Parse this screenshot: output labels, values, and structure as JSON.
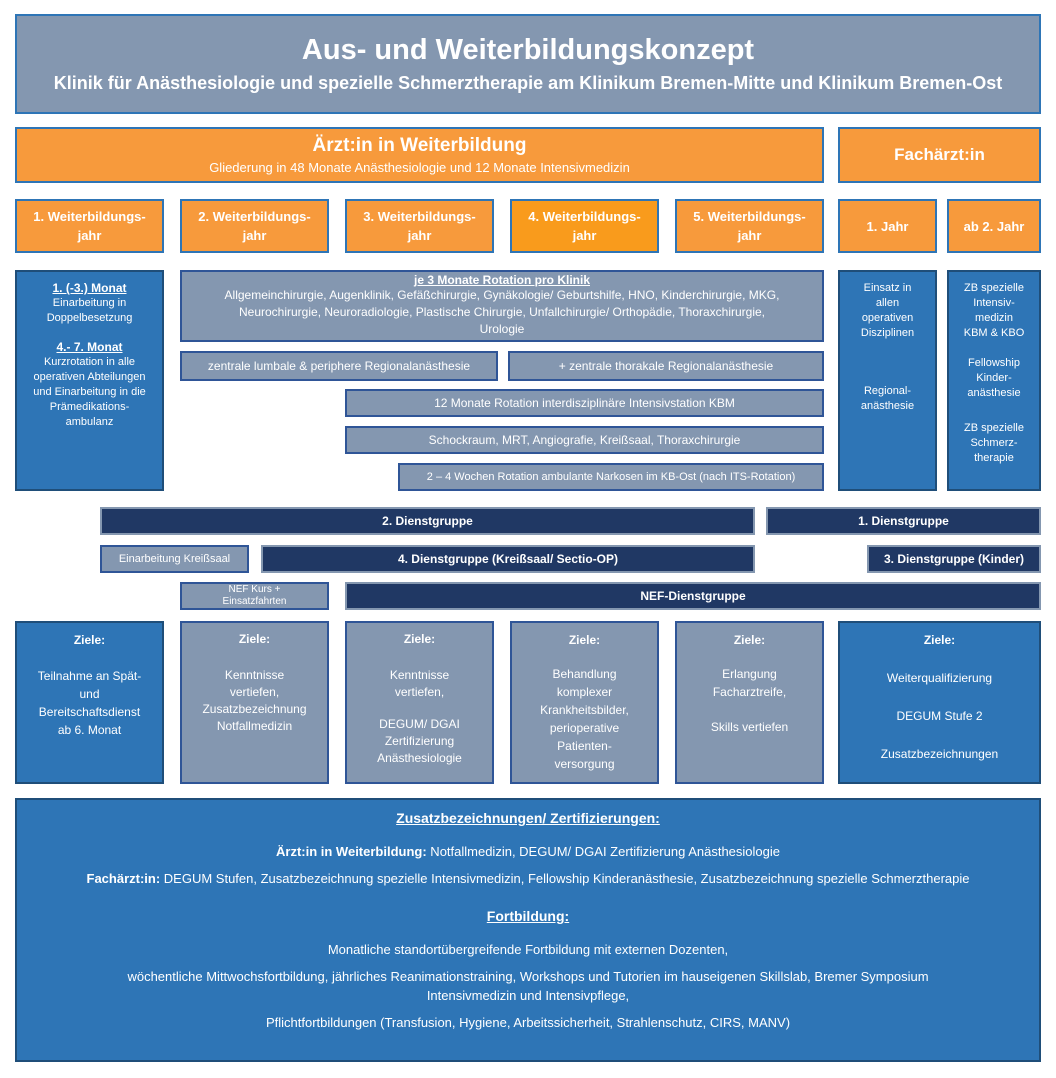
{
  "header": {
    "title": "Aus- und Weiterbildungskonzept",
    "subtitle": "Klinik für Anästhesiologie und spezielle Schmerztherapie am Klinikum Bremen-Mitte und Klinikum Bremen-Ost"
  },
  "colors": {
    "orange": "#f79a3c",
    "blue": "#2e75b6",
    "gray": "#8497b0",
    "navy": "#203864"
  },
  "weiterbildung": {
    "title": "Ärzt:in in Weiterbildung",
    "subtitle": "Gliederung in 48 Monate Anästhesiologie und 12 Monate Intensivmedizin"
  },
  "facharzt": {
    "title": "Fachärzt:in"
  },
  "years": [
    {
      "l1": "1. Weiterbildungs-",
      "l2": "jahr"
    },
    {
      "l1": "2. Weiterbildungs-",
      "l2": "jahr"
    },
    {
      "l1": "3. Weiterbildungs-",
      "l2": "jahr"
    },
    {
      "l1": "4. Weiterbildungs-",
      "l2": "jahr"
    },
    {
      "l1": "5. Weiterbildungs-",
      "l2": "jahr"
    }
  ],
  "fa_years": [
    "1. Jahr",
    "ab 2. Jahr"
  ],
  "first_year": {
    "h1": "1. (-3.) Monat",
    "t1": [
      "Einarbeitung in",
      "Doppelbesetzung"
    ],
    "h2": "4.- 7. Monat",
    "t2": [
      "Kurzrotation in alle",
      "operativen Abteilungen",
      "und Einarbeitung in die",
      "Prämedikations-",
      "ambulanz"
    ]
  },
  "rotation": {
    "heading": "je 3 Monate Rotation pro Klinik",
    "lines": [
      "Allgemeinchirurgie, Augenklinik, Gefäßchirurgie, Gynäkologie/ Geburtshilfe, HNO, Kinderchirurgie, MKG,",
      "Neurochirurgie, Neuroradiologie, Plastische Chirurgie, Unfallchirurgie/ Orthopädie, Thoraxchirurgie,",
      "Urologie"
    ]
  },
  "bars": {
    "regional1": "zentrale lumbale & periphere Regionalanästhesie",
    "regional2": "+ zentrale thorakale Regionalanästhesie",
    "its": "12 Monate Rotation interdisziplinäre Intensivstation KBM",
    "schock": "Schockraum, MRT, Angiografie, Kreißsaal, Thoraxchirurgie",
    "ambulant": "2 – 4 Wochen Rotation ambulante Narkosen im KB-Ost (nach ITS-Rotation)"
  },
  "fa1": {
    "lines": [
      "Einsatz in",
      "allen",
      "operativen",
      "Disziplinen"
    ],
    "lines2": [
      "Regional-",
      "anästhesie"
    ]
  },
  "fa2": {
    "b1": [
      "ZB spezielle",
      "Intensiv-",
      "medizin",
      "KBM & KBO"
    ],
    "b2": [
      "Fellowship",
      "Kinder-",
      "anästhesie"
    ],
    "b3": [
      "ZB spezielle",
      "Schmerz-",
      "therapie"
    ]
  },
  "dienst": {
    "g2": "2. Dienstgruppe",
    "g1": "1. Dienstgruppe",
    "kreiss": "Einarbeitung Kreißsaal",
    "g4": "4. Dienstgruppe (Kreißsaal/ Sectio-OP)",
    "g3": "3. Dienstgruppe (Kinder)",
    "nefkurs": [
      "NEF Kurs +",
      "Einsatzfahrten"
    ],
    "nef": "NEF-Dienstgruppe"
  },
  "ziele": {
    "label": "Ziele:",
    "z1": [
      "Teilnahme an Spät-",
      "und",
      "Bereitschaftsdienst",
      "ab 6. Monat"
    ],
    "z2": [
      "Kenntnisse",
      "vertiefen,",
      "Zusatzbezeichnung",
      "Notfallmedizin"
    ],
    "z3a": [
      "Kenntnisse",
      "vertiefen,"
    ],
    "z3b": [
      "DEGUM/ DGAI",
      "Zertifizierung",
      "Anästhesiologie"
    ],
    "z4": [
      "Behandlung",
      "komplexer",
      "Krankheitsbilder,",
      "perioperative",
      "Patienten-",
      "versorgung"
    ],
    "z5a": [
      "Erlangung",
      "Facharztreife,"
    ],
    "z5b": "Skills vertiefen",
    "z6": [
      "Weiterqualifizierung",
      "DEGUM Stufe 2",
      "Zusatzbezeichnungen"
    ]
  },
  "footer": {
    "h1": "Zusatzbezeichnungen/ Zertifizierungen:",
    "l1_bold": "Ärzt:in in Weiterbildung:",
    "l1_text": " Notfallmedizin, DEGUM/ DGAI Zertifizierung Anästhesiologie",
    "l2_bold": "Fachärzt:in:",
    "l2_text": " DEGUM Stufen, Zusatzbezeichnung spezielle Intensivmedizin, Fellowship Kinderanästhesie, Zusatzbezeichnung spezielle Schmerztherapie",
    "h2": "Fortbildung:",
    "f1": "Monatliche standortübergreifende Fortbildung mit externen Dozenten,",
    "f2a": "wöchentliche Mittwochsfortbildung, jährliches Reanimationstraining, Workshops und Tutorien im hauseigenen Skillslab, Bremer Symposium",
    "f2b": "Intensivmedizin und Intensivpflege,",
    "f3": "Pflichtfortbildungen (Transfusion, Hygiene, Arbeitssicherheit, Strahlenschutz, CIRS, MANV)"
  }
}
